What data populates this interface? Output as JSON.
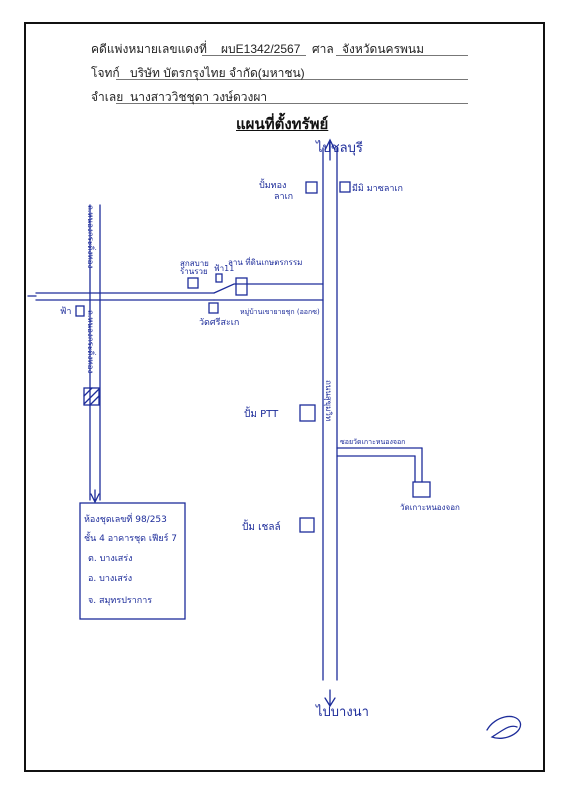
{
  "header": {
    "case_label": "คดีแพ่งหมายเลขแดงที่",
    "case_number": "ผบE1342/2567",
    "court_label": "ศาล",
    "court_name": "จังหวัดนครพนม",
    "plaintiff_label": "โจทก์",
    "plaintiff_name": "บริษัท บัตรกรุงไทย จำกัด(มหาชน)",
    "defendant_label": "จำเลย",
    "defendant_name": "นางสาววิชชุดา  วงษ์ดวงผา"
  },
  "map": {
    "title": "แผนที่ตั้งทรัพย์",
    "labels": {
      "to_north": "ไปชลบุรี",
      "to_south": "ไปบางนา",
      "shop_top_left": "ปั้มทอง",
      "shop_top_left_2": "ลาเก",
      "shop_top_right": "มีมิ มาซลาเก",
      "road_left_vertical": "ถ.หนองกระดิ่งทอง",
      "road_left_vertical_2": "ถ.หนองกระดิ่งทอง",
      "shop_middle": "สุกสบาย",
      "shop_middle_2": "ร้านรวย",
      "shop_small": "ฟ้า11",
      "shop_right_of_small": "ลาน ที่ดินเกษตรกรรม",
      "shop_far_left": "ฟ้า",
      "soi_label": "หมู่บ้านเขายายชุก (ออกซ)",
      "temple": "วัดศรีสะเก",
      "gas_station": "ปั้ม PTT",
      "main_road": "ถนนสุขุมวิท",
      "soi_right": "ซอยวัดเกาะหนองจอก",
      "temple_right": "วัดเกาะหนองจอก",
      "shop_bottom": "ปั้ม เชลล์",
      "note_line1": "ห้องชุดเลขที่ 98/253",
      "note_line2": "ชั้น 4 อาคารชุด เฟียร์ 7",
      "note_line3": "ต. บางเสร่ง",
      "note_line4": "อ. บางเสร่ง",
      "note_line5": "จ. สมุทรปราการ"
    }
  }
}
